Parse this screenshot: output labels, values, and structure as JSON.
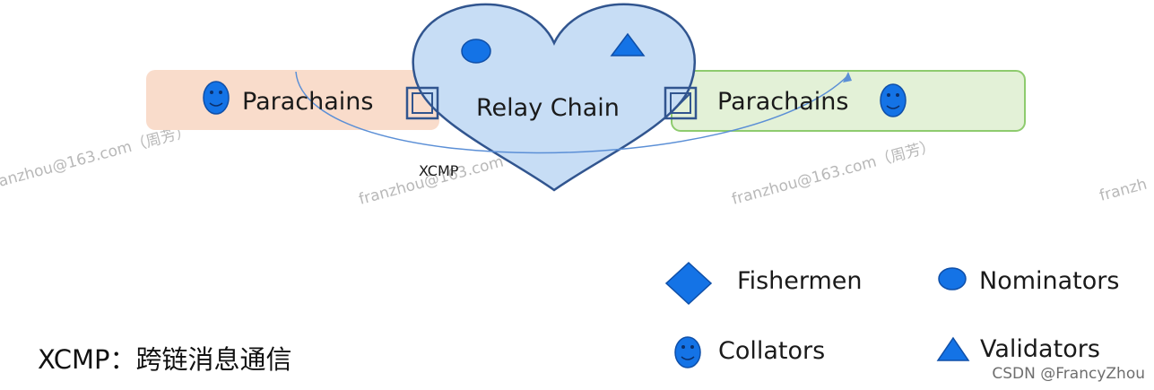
{
  "diagram": {
    "left_chain_label": "Parachains",
    "right_chain_label": "Parachains",
    "relay_label": "Relay Chain",
    "xcmp_arrow_label": "XCMP"
  },
  "legend": {
    "fishermen": "Fishermen",
    "nominators": "Nominators",
    "collators": "Collators",
    "validators": "Validators"
  },
  "footnote": "XCMP：跨链消息通信",
  "watermark": {
    "w1": "anzhou@163.com（周芳）",
    "w2": "franzhou@163.com（周芳）",
    "w3": "franzhou@163.com（周芳）",
    "w4": "franzh"
  },
  "credit": "CSDN @FrancyZhou",
  "colors": {
    "left_box_fill": "#f9dccb",
    "right_box_fill": "#e3f1d7",
    "right_box_stroke": "#8ecb6e",
    "relay_fill": "#c7ddf5",
    "relay_stroke": "#31558f",
    "icon_blue": "#1473e6",
    "arrow_blue": "#5b8fd6"
  }
}
